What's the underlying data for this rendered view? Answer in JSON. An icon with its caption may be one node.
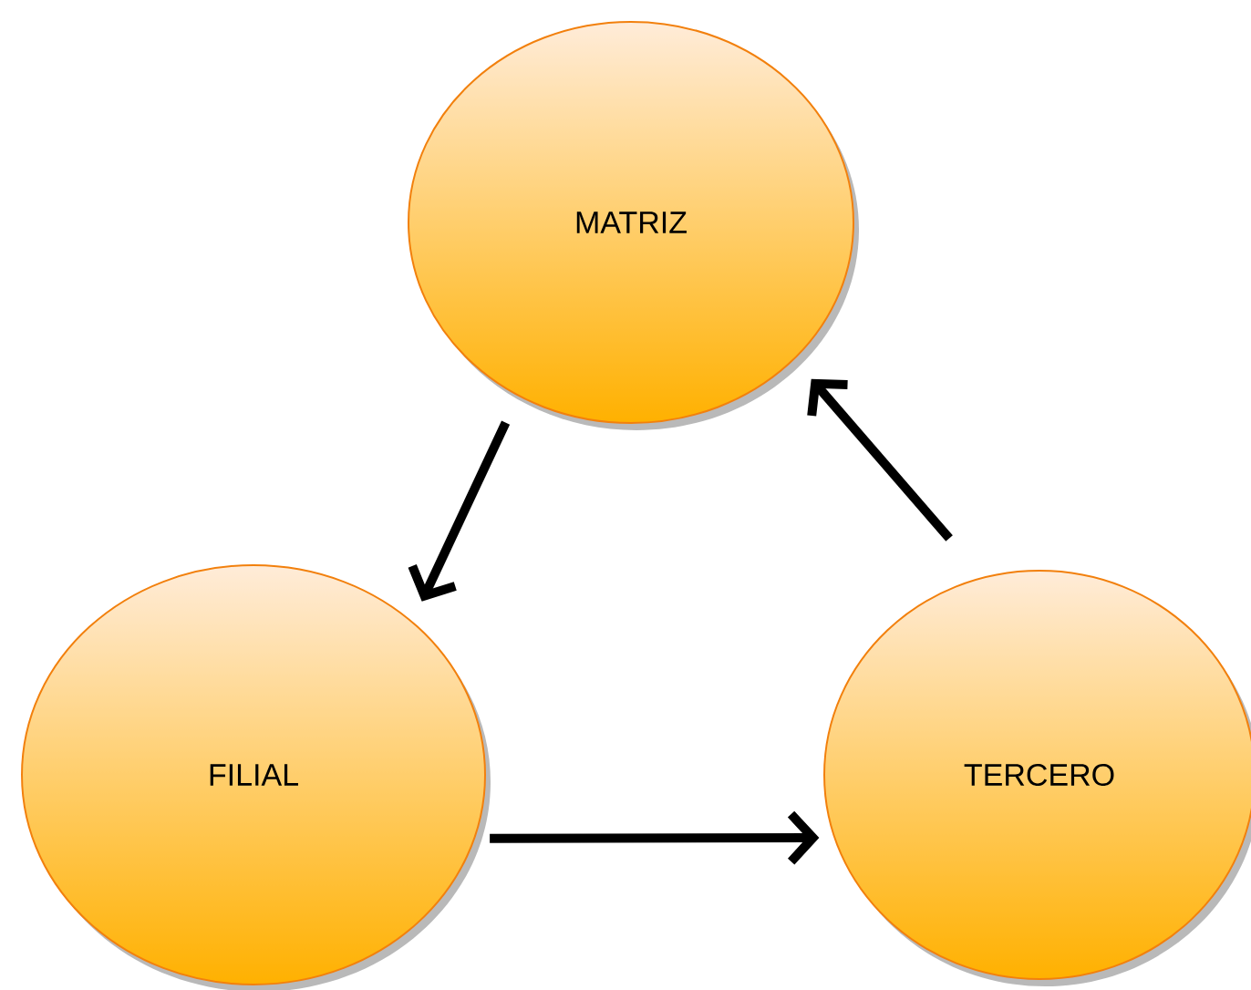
{
  "diagram": {
    "nodes": [
      {
        "text": [
          "MATRIZ"
        ]
      },
      {
        "text": [
          "FILIAL"
        ]
      },
      {
        "text": [
          "TERCERO"
        ]
      }
    ],
    "edges": [
      {
        "from": 0,
        "to": 1,
        "arrow": "to"
      },
      {
        "from": 1,
        "to": 2,
        "arrow": "to"
      },
      {
        "from": 2,
        "to": 0,
        "arrow": "to"
      }
    ]
  }
}
